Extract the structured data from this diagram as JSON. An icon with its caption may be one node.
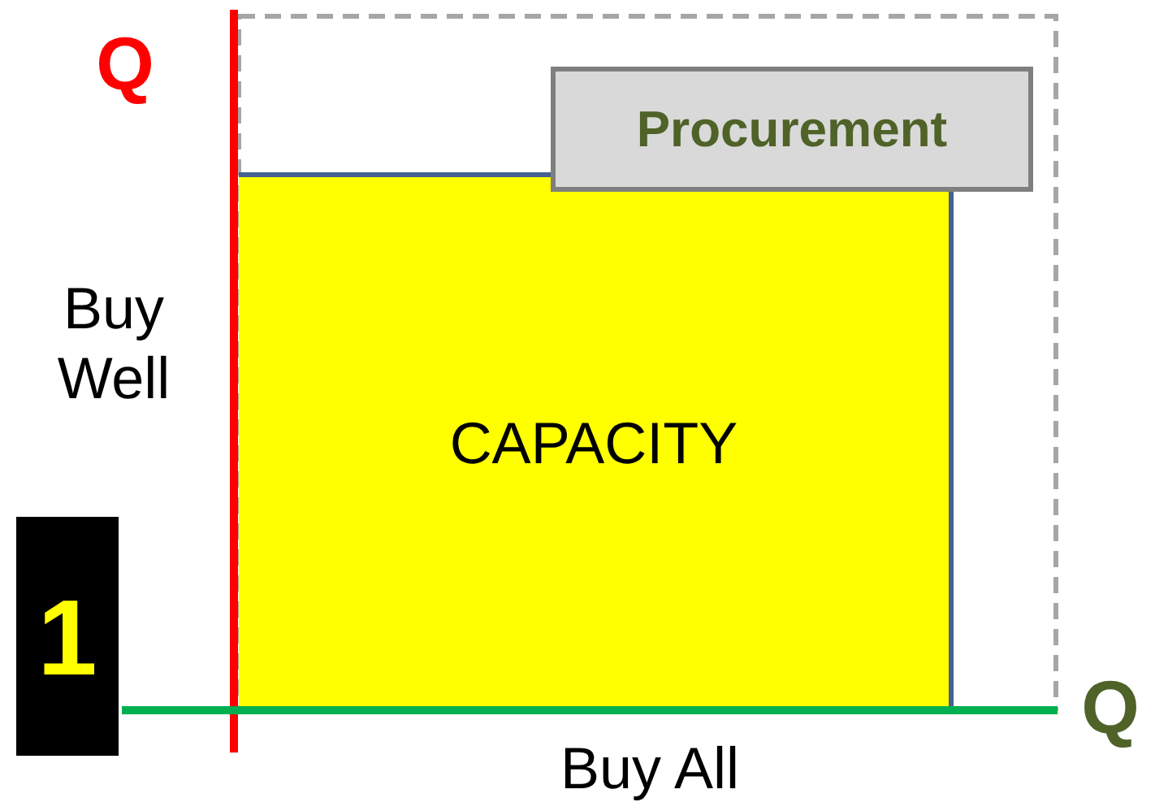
{
  "diagram": {
    "nodes": [
      {
        "text": [
          "CAPACITY"
        ]
      },
      {
        "text": [
          "Procurement"
        ]
      },
      {
        "text": [
          "1"
        ]
      }
    ],
    "labels": [
      "Q",
      "Buy Well",
      "Q",
      "Buy All"
    ]
  }
}
